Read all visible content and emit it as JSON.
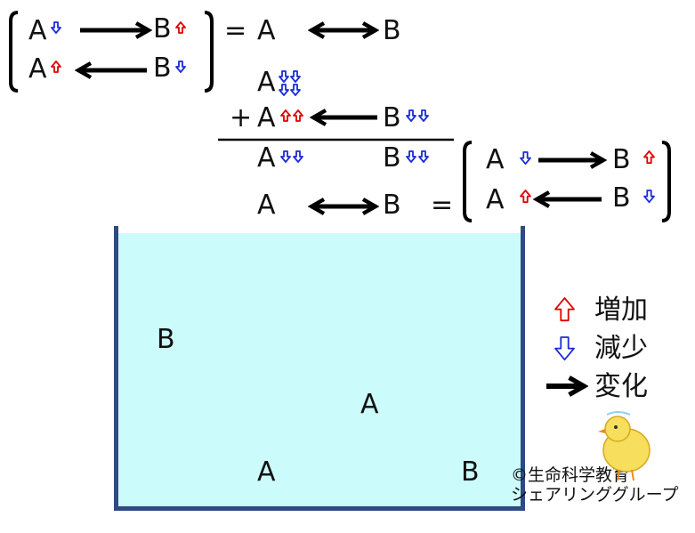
{
  "colors": {
    "increase": "#e00000",
    "decrease": "#1a2bd8",
    "arrow": "#000000",
    "tank_water": "#ccfbfb",
    "tank_wall": "#2c4a84"
  },
  "labels": {
    "a": "A",
    "b": "B",
    "equals": "=",
    "plus": "+"
  },
  "legend": {
    "increase": "増加",
    "decrease": "減少",
    "change": "変化"
  },
  "credit": {
    "line1": "©生命科学教育",
    "line2": "シェアリンググループ"
  },
  "tank": {
    "letters": [
      "B",
      "A",
      "A",
      "B"
    ]
  }
}
